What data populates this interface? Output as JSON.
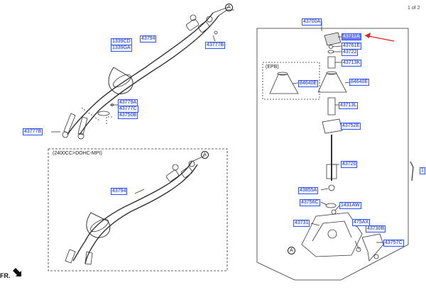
{
  "page_indicator": "1 of 2",
  "front_marker": "FR.",
  "callout_letter": "A",
  "engine_variant_note": "(2400CC>DOHC-MPI)",
  "epb_note": "(EPB)",
  "labels": {
    "l43794_top": "43794",
    "l1339CD": "1339CD",
    "l1339GA": "1339GA",
    "l43777B_top": "43777B",
    "l43779A": "43779A",
    "l43777C": "43777C",
    "l43750B_left": "43750B",
    "l43777B_left": "43777B",
    "l43794_box": "43794",
    "l43700A": "43700A",
    "l43711A": "43711A",
    "l43761E": "43761E",
    "l43722": "43722",
    "l43713K": "43713K",
    "l84640E_epb": "84640E",
    "l84640E": "84640E",
    "l43713L": "43713L",
    "l43752E": "43752E",
    "l43720": "43720",
    "l43855A": "43855A",
    "l43756C": "43756C",
    "l1431AW": "1431AW",
    "l43731": "43731",
    "l475AX": "475AX",
    "l43730B": "43730B",
    "l43757C": "43757C",
    "l1_right": "1"
  },
  "colors": {
    "label_border": "#3355ff",
    "label_text": "#2233aa",
    "label_highlight": "#6f7dff",
    "pointer_arrow": "#e0201c"
  }
}
